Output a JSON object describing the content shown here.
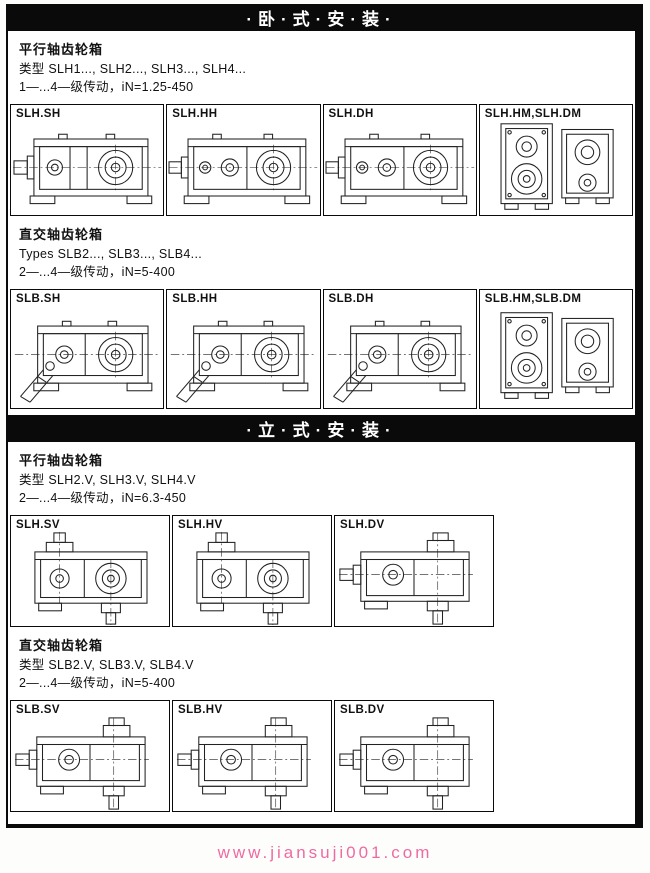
{
  "banners": {
    "horizontal_mount": "·卧·式·安·装·",
    "vertical_mount": "·立·式·安·装·"
  },
  "sections": [
    {
      "title": "平行轴齿轮箱",
      "types_line": "类型 SLH1..., SLH2..., SLH3..., SLH4...",
      "spec_line": "1—...4—级传动，iN=1.25-450",
      "cells": [
        {
          "label": "SLH.SH",
          "drawing": "parallel-gearbox-side-view"
        },
        {
          "label": "SLH.HH",
          "drawing": "parallel-gearbox-side-view-3stage"
        },
        {
          "label": "SLH.DH",
          "drawing": "parallel-gearbox-side-view-3stage"
        },
        {
          "label": "SLH.HM,SLH.DM",
          "drawing": "parallel-gearbox-front-view"
        }
      ]
    },
    {
      "title": "直交轴齿轮箱",
      "types_line": "Types SLB2..., SLB3..., SLB4...",
      "spec_line": "2—...4—级传动，iN=5-400",
      "cells": [
        {
          "label": "SLB.SH",
          "drawing": "bevel-gearbox-side-view"
        },
        {
          "label": "SLB.HH",
          "drawing": "bevel-gearbox-side-view"
        },
        {
          "label": "SLB.DH",
          "drawing": "bevel-gearbox-side-view"
        },
        {
          "label": "SLB.HM,SLB.DM",
          "drawing": "bevel-gearbox-front-view"
        }
      ]
    },
    {
      "title": "平行轴齿轮箱",
      "types_line": "类型 SLH2.V, SLH3.V, SLH4.V",
      "spec_line": "2—...4—级传动，iN=6.3-450",
      "cells": [
        {
          "label": "SLH.SV",
          "drawing": "parallel-gearbox-vertical-mount"
        },
        {
          "label": "SLH.HV",
          "drawing": "parallel-gearbox-vertical-mount"
        },
        {
          "label": "SLH.DV",
          "drawing": "parallel-gearbox-vertical-mount"
        }
      ]
    },
    {
      "title": "直交轴齿轮箱",
      "types_line": "类型 SLB2.V, SLB3.V, SLB4.V",
      "spec_line": "2—...4—级传动，iN=5-400",
      "cells": [
        {
          "label": "SLB.SV",
          "drawing": "bevel-gearbox-vertical-mount"
        },
        {
          "label": "SLB.HV",
          "drawing": "bevel-gearbox-vertical-mount"
        },
        {
          "label": "SLB.DV",
          "drawing": "bevel-gearbox-vertical-mount"
        }
      ]
    }
  ],
  "footer": {
    "watermark": "www.jiansuji001.com",
    "watermark_color": "#ee6ba2"
  }
}
